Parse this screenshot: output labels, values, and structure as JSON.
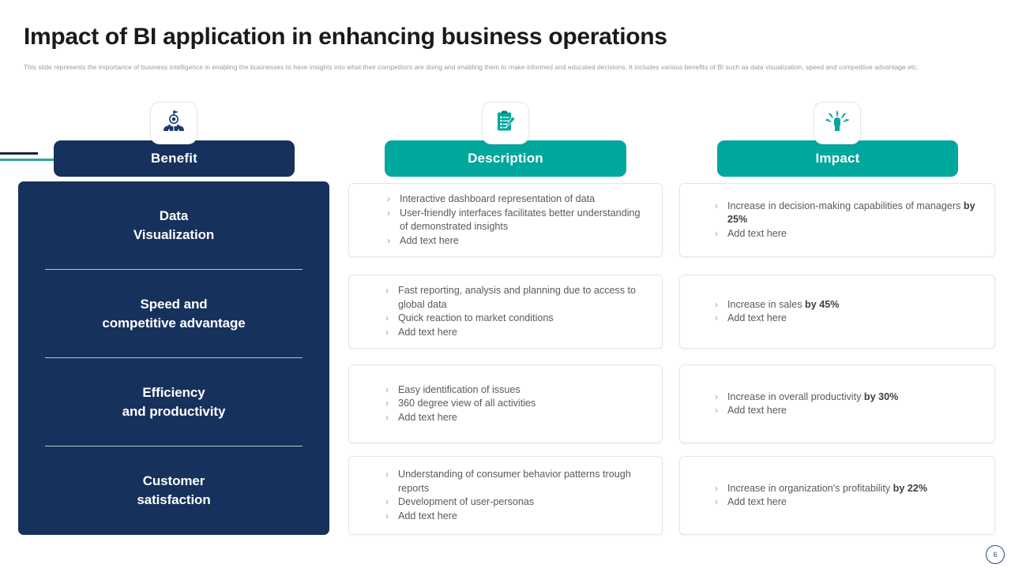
{
  "header": {
    "title": "Impact of BI application in enhancing business operations",
    "subtitle": "This slide represents the importance of business intelligence in enabling the businesses to have insights into what their competitors are doing and enabling them to make informed and educated decisions. It includes various benefits of BI such as data visualization, speed and competitive advantage etc."
  },
  "colors": {
    "navy": "#16315c",
    "teal": "#00a79d",
    "accent_dark": "#16243f",
    "accent_teal": "#2aa79b",
    "body_text": "#555b60"
  },
  "columns": [
    {
      "key": "benefit",
      "label": "Benefit",
      "icon": "team-target-icon",
      "color": "#16315c"
    },
    {
      "key": "description",
      "label": "Description",
      "icon": "clipboard-checklist-icon",
      "color": "#00a79d"
    },
    {
      "key": "impact",
      "label": "Impact",
      "icon": "impact-fist-icon",
      "color": "#00a79d"
    }
  ],
  "benefits": [
    {
      "line1": "Data",
      "line2": "Visualization"
    },
    {
      "line1": "Speed and",
      "line2": "competitive advantage"
    },
    {
      "line1": "Efficiency",
      "line2": "and productivity"
    },
    {
      "line1": "Customer",
      "line2": "satisfaction"
    }
  ],
  "descriptions": [
    {
      "bullets": [
        "Interactive dashboard representation of data",
        "User-friendly interfaces facilitates better understanding of demonstrated insights",
        "Add text here"
      ]
    },
    {
      "bullets": [
        "Fast reporting, analysis and planning due to access to global data",
        "Quick reaction to market conditions",
        "Add text here"
      ]
    },
    {
      "bullets": [
        "Easy identification of issues",
        "360 degree view of all activities",
        "Add text here"
      ]
    },
    {
      "bullets": [
        "Understanding of consumer behavior patterns trough reports",
        "Development of  user-personas",
        "Add text here"
      ]
    }
  ],
  "impacts": [
    {
      "bullets": [
        {
          "text": "Increase in decision-making capabilities of managers ",
          "bold": "by 25%"
        },
        {
          "text": "Add text here",
          "bold": ""
        }
      ]
    },
    {
      "bullets": [
        {
          "text": "Increase in sales ",
          "bold": "by 45%"
        },
        {
          "text": "Add text here",
          "bold": ""
        }
      ]
    },
    {
      "bullets": [
        {
          "text": "Increase in overall productivity ",
          "bold": "by 30%"
        },
        {
          "text": "Add text here",
          "bold": ""
        }
      ]
    },
    {
      "bullets": [
        {
          "text": "Increase in organization's profitability ",
          "bold": "by 22%"
        },
        {
          "text": "Add text here",
          "bold": ""
        }
      ]
    }
  ],
  "bullet_glyph": "›",
  "page_number": "6"
}
